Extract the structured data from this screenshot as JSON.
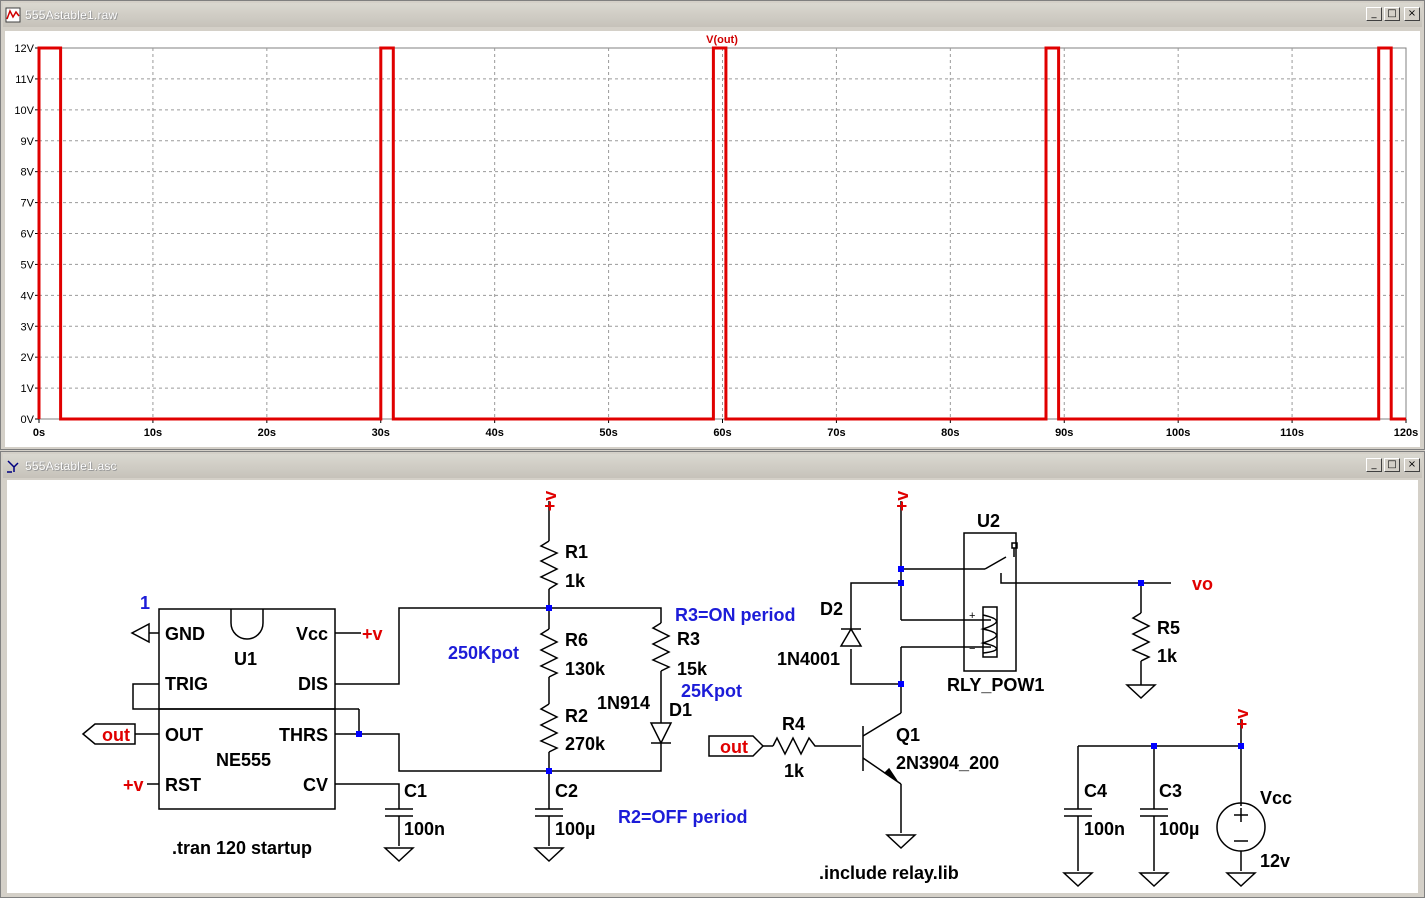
{
  "plot_window": {
    "title": "555Astable1.raw",
    "trace_label": "V(out)",
    "y_ticks": [
      "0V",
      "1V",
      "2V",
      "3V",
      "4V",
      "5V",
      "6V",
      "7V",
      "8V",
      "9V",
      "10V",
      "11V",
      "12V"
    ],
    "x_ticks": [
      "0s",
      "10s",
      "20s",
      "30s",
      "40s",
      "50s",
      "60s",
      "70s",
      "80s",
      "90s",
      "100s",
      "110s",
      "120s"
    ],
    "trace_color": "#e00000"
  },
  "chart_data": {
    "type": "line",
    "series": [
      {
        "name": "V(out)",
        "x": [
          0,
          0,
          1.9,
          1.9,
          30.0,
          30.0,
          31.1,
          31.1,
          59.2,
          59.2,
          60.3,
          60.3,
          88.4,
          88.4,
          89.5,
          89.5,
          117.6,
          117.6,
          118.7,
          118.7,
          120
        ],
        "y": [
          0,
          12,
          12,
          0,
          0,
          12,
          12,
          0,
          0,
          12,
          12,
          0,
          0,
          12,
          12,
          0,
          0,
          12,
          12,
          0,
          0
        ]
      }
    ],
    "xlabel": "",
    "ylabel": "",
    "xlim": [
      0,
      120
    ],
    "ylim": [
      0,
      12
    ],
    "grid": true
  },
  "schematic_window": {
    "title": "555Astable1.asc",
    "labels": {
      "net1": "1",
      "gnd_pin": "GND",
      "vcc_pin": "Vcc",
      "u1": "U1",
      "trig_pin": "TRIG",
      "dis_pin": "DIS",
      "out_pin": "OUT",
      "thrs_pin": "THRS",
      "ne555": "NE555",
      "rst_pin": "RST",
      "cv_pin": "CV",
      "plus_v": "+v",
      "out": "out",
      "tran": ".tran 120 startup",
      "c1": "C1",
      "c1_val": "100n",
      "c2": "C2",
      "c2_val": "100µ",
      "r1": "R1",
      "r1_val": "1k",
      "r6": "R6",
      "r6_val": "130k",
      "pot250": "250Kpot",
      "r2": "R2",
      "r2_val": "270k",
      "r3": "R3",
      "r3_val": "15k",
      "r3_note": "R3=ON period",
      "pot25": "25Kpot",
      "d1_model": "1N914",
      "d1": "D1",
      "r2_note": "R2=OFF period",
      "r4": "R4",
      "r4_val": "1k",
      "q1": "Q1",
      "q1_model": "2N3904_200",
      "include": ".include relay.lib",
      "d2": "D2",
      "d2_model": "1N4001",
      "u2": "U2",
      "relay_model": "RLY_POW1",
      "vo": "vo",
      "r5": "R5",
      "r5_val": "1k",
      "c4": "C4",
      "c4_val": "100n",
      "c3": "C3",
      "c3_val": "100µ",
      "vcc": "Vcc",
      "vcc_val": "12v"
    }
  },
  "window_buttons": {
    "minimize": "_",
    "restore": "□",
    "close": "×"
  }
}
